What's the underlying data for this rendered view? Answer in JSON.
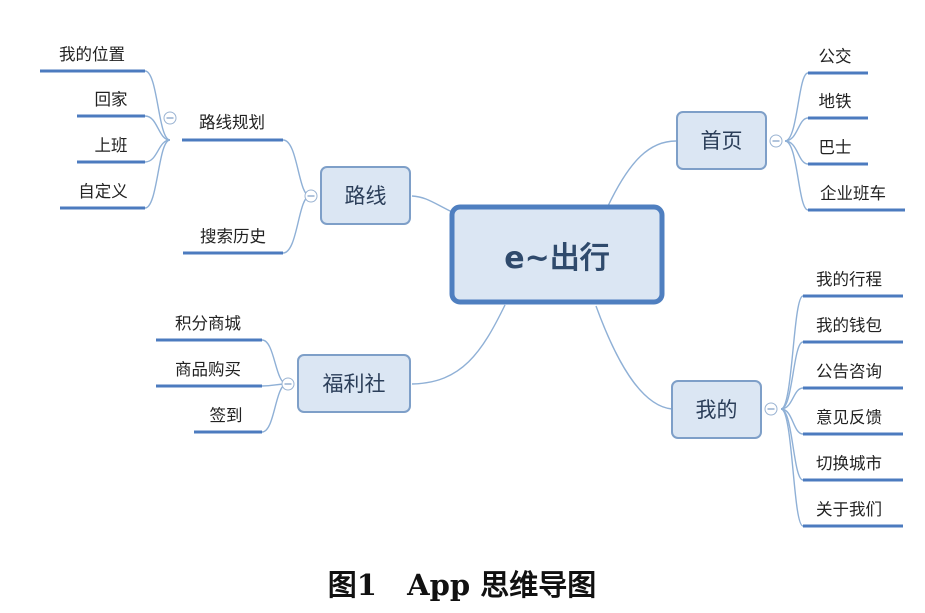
{
  "root": "e~出行",
  "branches": {
    "luxian": {
      "label": "路线",
      "children": {
        "luxian_guihua": {
          "label": "路线规划",
          "children": [
            "我的位置",
            "回家",
            "上班",
            "自定义"
          ]
        },
        "sousuo_lishi": {
          "label": "搜索历史"
        }
      }
    },
    "fulishe": {
      "label": "福利社",
      "children": [
        "积分商城",
        "商品购买",
        "签到"
      ]
    },
    "shouye": {
      "label": "首页",
      "children": [
        "公交",
        "地铁",
        "巴士",
        "企业班车"
      ]
    },
    "wode": {
      "label": "我的",
      "children": [
        "我的行程",
        "我的钱包",
        "公告咨询",
        "意见反馈",
        "切换城市",
        "关于我们"
      ]
    }
  },
  "caption": "图1   App 思维导图",
  "colors": {
    "node_fill": "#dbe6f3",
    "node_border": "#7e9fc8",
    "root_border": "#4f7fc0",
    "underline": "#4c7bbf",
    "connector": "#8fb0d6"
  },
  "icons": {
    "collapse": "circle-minus-icon"
  }
}
